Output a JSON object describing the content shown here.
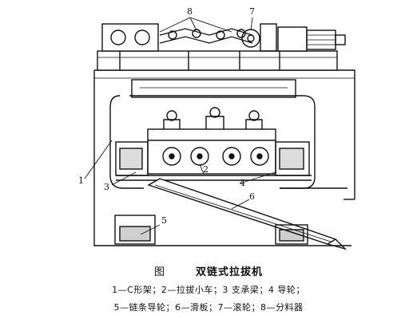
{
  "figure": {
    "callouts": [
      "1",
      "2",
      "3",
      "4",
      "5",
      "6",
      "7",
      "8"
    ]
  },
  "caption": {
    "fig_label": "图",
    "title": "双链式拉拔机",
    "legend_line1": "1—C形架；2—拉拔小车；3  支承梁；4  导轮；",
    "legend_line2": "5—链条导轮；6—滑板；7—滚轮；8—分料器"
  }
}
